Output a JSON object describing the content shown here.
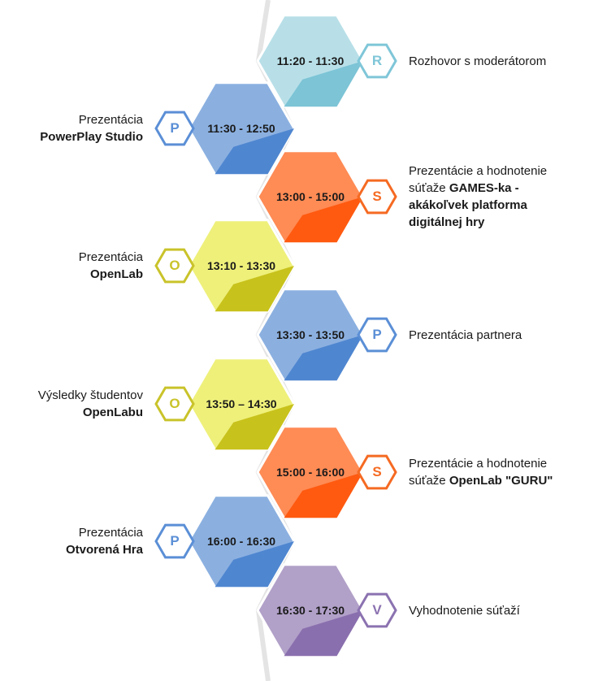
{
  "colors": {
    "R": {
      "light": "#b8dfe8",
      "dark": "#7cc4d6",
      "stroke": "#7fc6d8"
    },
    "P": {
      "light": "#8bb0e0",
      "dark": "#4f86d0",
      "stroke": "#5b8fd6"
    },
    "S": {
      "light": "#ff8b55",
      "dark": "#ff5a10",
      "stroke": "#f56a22"
    },
    "O": {
      "light": "#eef07a",
      "dark": "#c8c21c",
      "stroke": "#c9c32a"
    },
    "V": {
      "light": "#b1a0c8",
      "dark": "#8a6fae",
      "stroke": "#8b72b0"
    }
  },
  "items": [
    {
      "time": "11:20 - 11:30",
      "badge": "R",
      "side": "right",
      "lines": [
        [
          "Rozhovor s moderátorom",
          ""
        ]
      ]
    },
    {
      "time": "11:30 - 12:50",
      "badge": "P",
      "side": "left",
      "lines": [
        [
          "Prezentácia",
          ""
        ],
        [
          "",
          "PowerPlay Studio"
        ]
      ]
    },
    {
      "time": "13:00 - 15:00",
      "badge": "S",
      "side": "right",
      "lines": [
        [
          "Prezentácie a hodnotenie",
          ""
        ],
        [
          "súťaže ",
          "GAMES-ka -"
        ],
        [
          "",
          "akákoľvek platforma"
        ],
        [
          "",
          "digitálnej hry"
        ]
      ]
    },
    {
      "time": "13:10 - 13:30",
      "badge": "O",
      "side": "left",
      "lines": [
        [
          "Prezentácia",
          ""
        ],
        [
          "",
          "OpenLab"
        ]
      ]
    },
    {
      "time": "13:30 - 13:50",
      "badge": "P",
      "side": "right",
      "lines": [
        [
          "Prezentácia partnera",
          ""
        ]
      ]
    },
    {
      "time": "13:50 – 14:30",
      "badge": "O",
      "side": "left",
      "lines": [
        [
          "Výsledky študentov",
          ""
        ],
        [
          "",
          "OpenLabu"
        ]
      ]
    },
    {
      "time": "15:00 - 16:00",
      "badge": "S",
      "side": "right",
      "lines": [
        [
          "Prezentácie a hodnotenie",
          ""
        ],
        [
          "súťaže ",
          "OpenLab \"GURU\""
        ]
      ]
    },
    {
      "time": "16:00 - 16:30",
      "badge": "P",
      "side": "left",
      "lines": [
        [
          "Prezentácia",
          ""
        ],
        [
          "",
          "Otvorená Hra"
        ]
      ]
    },
    {
      "time": "16:30 - 17:30",
      "badge": "V",
      "side": "right",
      "lines": [
        [
          "Vyhodnotenie súťaží",
          ""
        ]
      ]
    }
  ]
}
